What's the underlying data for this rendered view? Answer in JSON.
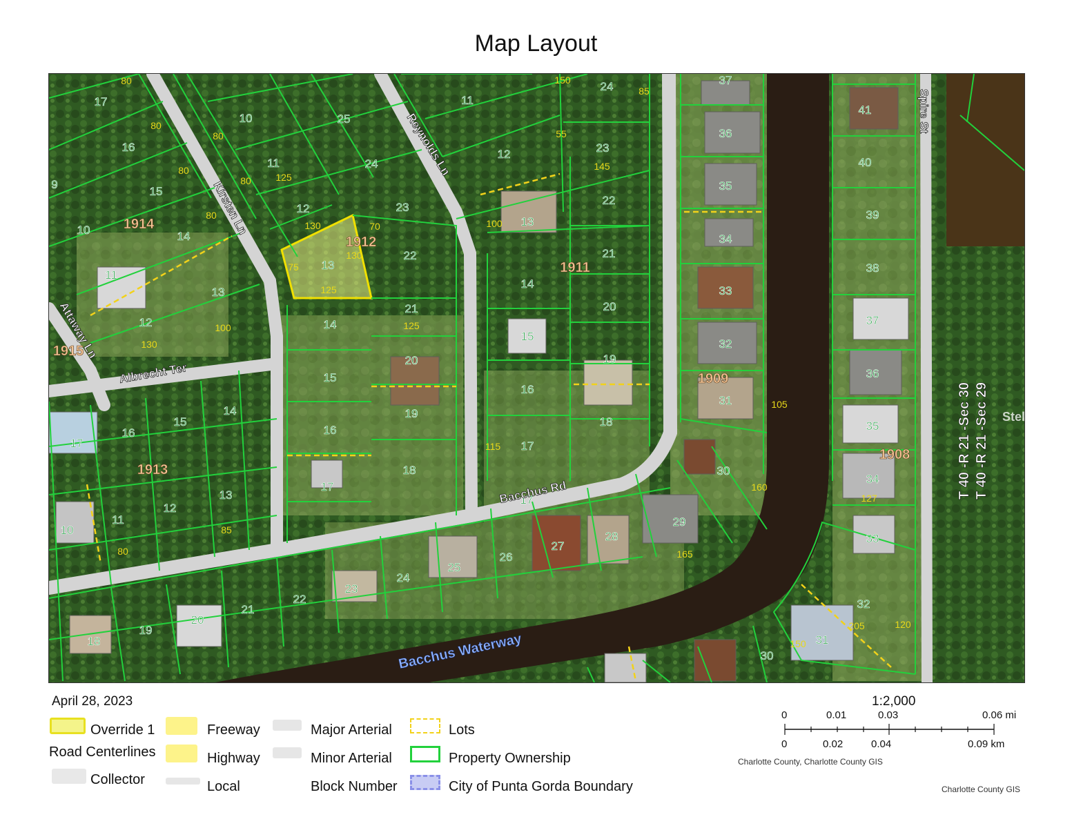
{
  "title": "Map Layout",
  "date": "April 28, 2023",
  "watermark": "StellarMLS",
  "colors": {
    "parcel_line": "#22d13c",
    "lot_line": "#f2d21a",
    "highlight_fill": "#fafa8c",
    "highlight_stroke": "#f0e000",
    "lot_number": "#1a9c3c",
    "dimension": "#e0d21a",
    "block_number": "#f4c596",
    "road": "#d4d4d4",
    "water": "#2a1d14",
    "vegetation": "#2f5a22"
  },
  "map": {
    "blocks": [
      {
        "label": "1914"
      },
      {
        "label": "1912"
      },
      {
        "label": "1911"
      },
      {
        "label": "1915"
      },
      {
        "label": "1909"
      },
      {
        "label": "1913"
      },
      {
        "label": "1908"
      }
    ],
    "streets": [
      {
        "label": "Kirsten Ln"
      },
      {
        "label": "Reynolds Ln"
      },
      {
        "label": "Attaway Ln"
      },
      {
        "label": "Albrecht Ter"
      },
      {
        "label": "Bacchus Rd"
      },
      {
        "label": "Spire St"
      }
    ],
    "waterway": "Bacchus Waterway",
    "section_labels": [
      "T 40 -R 21 -Sec 30",
      "T 40 -R 21 -Sec 29"
    ],
    "lot_numbers": [
      "17",
      "16",
      "15",
      "10",
      "14",
      "11",
      "12",
      "13",
      "10",
      "11",
      "12",
      "25",
      "24",
      "23",
      "22",
      "21",
      "20",
      "19",
      "18",
      "17",
      "11",
      "12",
      "13",
      "14",
      "15",
      "16",
      "17",
      "24",
      "23",
      "22",
      "21",
      "20",
      "19",
      "18",
      "37",
      "36",
      "35",
      "34",
      "33",
      "32",
      "31",
      "30",
      "41",
      "40",
      "39",
      "38",
      "37",
      "36",
      "35",
      "34",
      "33",
      "32",
      "31",
      "30",
      "29",
      "28",
      "27",
      "26",
      "25",
      "24",
      "23",
      "22",
      "21",
      "20",
      "19",
      "18",
      "17",
      "16",
      "15",
      "14",
      "13",
      "12",
      "11",
      "10",
      "13",
      "15",
      "14",
      "16",
      "17",
      "9"
    ],
    "dimensions": [
      "80",
      "80",
      "80",
      "80",
      "80",
      "80",
      "125",
      "130",
      "125",
      "70",
      "130",
      "75",
      "125",
      "100",
      "130",
      "145",
      "85",
      "55",
      "150",
      "100",
      "115",
      "120",
      "160",
      "105",
      "165",
      "127",
      "205",
      "150",
      "85",
      "80"
    ]
  },
  "legend": {
    "items": [
      {
        "label": "Override 1",
        "swatch": "override"
      },
      {
        "label": "Road Centerlines",
        "swatch": "none"
      },
      {
        "label": "Collector",
        "swatch": "collector"
      },
      {
        "label": "Freeway",
        "swatch": "freeway"
      },
      {
        "label": "Highway",
        "swatch": "highway"
      },
      {
        "label": "Local",
        "swatch": "local"
      },
      {
        "label": "Major Arterial",
        "swatch": "major"
      },
      {
        "label": "Minor Arterial",
        "swatch": "minor"
      },
      {
        "label": "Block Number",
        "swatch": "none"
      },
      {
        "label": "Lots",
        "swatch": "lots"
      },
      {
        "label": "Property Ownership",
        "swatch": "ownership"
      },
      {
        "label": "City of Punta Gorda Boundary",
        "swatch": "boundary"
      }
    ]
  },
  "scale": {
    "ratio": "1:2,000",
    "mi_ticks": [
      "0",
      "0.01",
      "0.03",
      "0.06 mi"
    ],
    "km_ticks": [
      "0",
      "0.02",
      "0.04",
      "0.09 km"
    ],
    "source_credit": "Charlotte County, Charlotte County GIS",
    "footer_credit": "Charlotte County GIS"
  }
}
